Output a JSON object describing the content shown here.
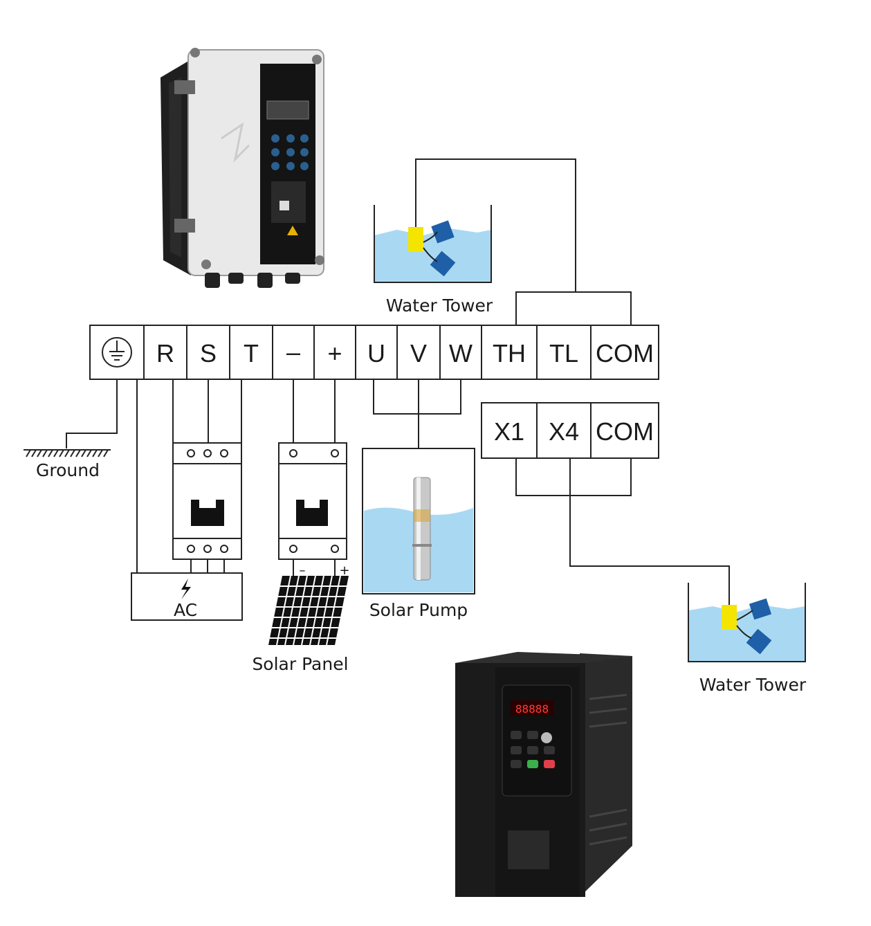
{
  "terminals_main": [
    "⏚",
    "R",
    "S",
    "T",
    "–",
    "+",
    "U",
    "V",
    "W",
    "TH",
    "TL",
    "COM"
  ],
  "terminals_aux": [
    "X1",
    "X4",
    "COM"
  ],
  "labels": {
    "water_tower_top": "Water Tower",
    "water_tower_right": "Water Tower",
    "ground": "Ground",
    "ac": "AC",
    "solar_panel": "Solar Panel",
    "solar_pump": "Solar Pump",
    "panel_minus": "–",
    "panel_plus": "+"
  },
  "colors": {
    "water": "#a9d9f2",
    "float_yellow": "#f3e500",
    "float_blue": "#1f5fa8",
    "device_white": "#eeeeee",
    "device_black": "#1b1b1b"
  }
}
